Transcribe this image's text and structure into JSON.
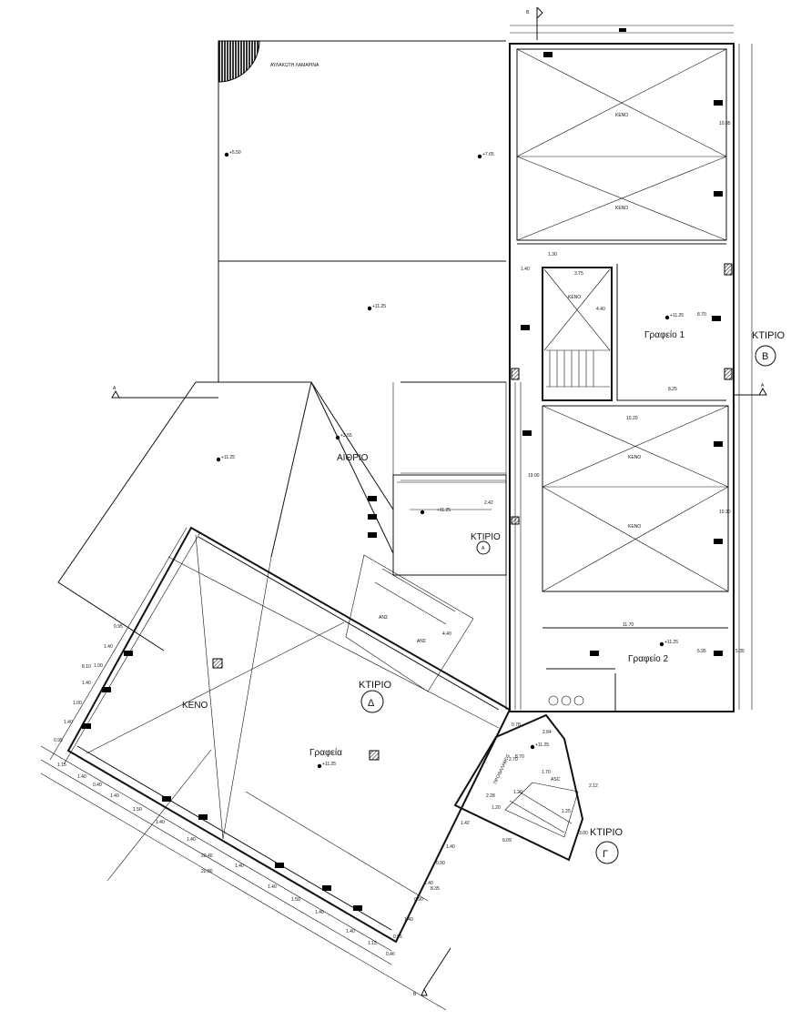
{
  "plan": {
    "roof_note": "ΑΥΛΑΚΩΤΗ ΛΑΜΑΡΙΝΑ",
    "atrium": "ΑΙΘΡΙΟ",
    "levels": {
      "l1": "+5.50",
      "l2": "+7.65",
      "l3": "+11.25",
      "l4": "+3.55",
      "l5": "+11.25",
      "l6": "+11.25",
      "l7": "+11.25",
      "l8": "+11.25",
      "l9": "+11.25",
      "l10": "+11.25"
    },
    "building_b": {
      "title": "ΚΤΙΡΙΟ",
      "letter": "B",
      "void1": "ΚΕΝΟ",
      "void2": "ΚΕΝΟ",
      "void3": "ΚΕΝΟ",
      "void4": "ΚΕΝΟ",
      "void5": "ΚΕΝΟ",
      "office1": "Γραφείο 1",
      "office2": "Γραφείο 2"
    },
    "building_a": {
      "title": "ΚΤΙΡΙΟ",
      "letter": "A"
    },
    "building_d": {
      "title": "ΚΤΙΡΙΟ",
      "letter": "Δ",
      "void": "ΚΕΝΟ",
      "offices": "Γραφεία",
      "up1": "ΑΝΣ",
      "up2": "ΑΝΣ"
    },
    "building_g": {
      "title": "ΚΤΙΡΙΟ",
      "letter": "Γ",
      "lift": "ASC",
      "entrance": "ΠΡΟΘΑΛΑΜΟΣ"
    },
    "sections": {
      "a_left": "A",
      "a_right": "A",
      "b_top": "B",
      "b_bottom": "B"
    },
    "dims": {
      "d1085": "10.85",
      "d130": "1.30",
      "d140": "1.40",
      "d375": "3.75",
      "d440": "4.40",
      "d870": "8.70",
      "d825": "8.25",
      "d1020": "10.20",
      "d1030": "10.30",
      "d1900": "19.00",
      "d242": "2.42",
      "d1170": "11.70",
      "d595": "5.95",
      "d535": "5.35",
      "d440b": "4.40",
      "d284": "2.84",
      "d270": "2.70",
      "d870b": "8.70",
      "d170": "1.70",
      "d212": "2.12",
      "d228": "2.28",
      "d120": "1.20",
      "d120b": "1.20",
      "d125": "1.25",
      "d300": "3.00",
      "d609": "6.09",
      "d142": "1.42",
      "d078": "0.78",
      "l095": "0.95",
      "l140a": "1.40",
      "l810": "8.10",
      "l100a": "1.00",
      "l140b": "1.40",
      "l100b": "1.00",
      "l140c": "1.40",
      "l095b": "0.95",
      "b115": "1.15",
      "b140a": "1.40",
      "b040": "0.40",
      "b140b": "1.40",
      "b150a": "1.50",
      "b140c": "1.40",
      "b140d": "1.40",
      "b2040": "20.40",
      "b2080": "20.80",
      "b140e": "1.40",
      "b150b": "1.50",
      "b140f": "1.40",
      "b140g": "1.40",
      "b115b": "1.15",
      "b040b": "0.40",
      "r140a": "1.40",
      "r090a": "0.90",
      "r835": "8.35",
      "r140b": "1.40",
      "r090b": "0.90",
      "r140c": "1.40",
      "r095": "0.95"
    }
  }
}
